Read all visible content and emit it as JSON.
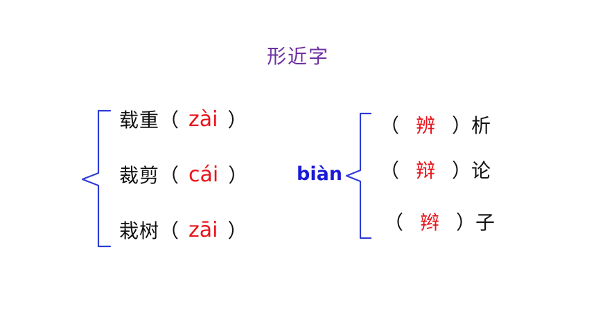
{
  "title": "形近字",
  "left_group": {
    "items": [
      {
        "word": "载重",
        "open": "（",
        "pinyin": "zài",
        "close": "）"
      },
      {
        "word": "裁剪",
        "open": "（",
        "pinyin": "cái",
        "close": "）"
      },
      {
        "word": "栽树",
        "open": "（",
        "pinyin": "zāi",
        "close": "）"
      }
    ]
  },
  "right_group": {
    "pinyin": "biàn",
    "items": [
      {
        "open": "（",
        "answer": "辨",
        "close": "）",
        "suffix": "析"
      },
      {
        "open": "（",
        "answer": "辩",
        "close": "）",
        "suffix": "论"
      },
      {
        "open": "（",
        "answer": "辫",
        "close": "）",
        "suffix": "子"
      }
    ]
  },
  "colors": {
    "title": "#7030a0",
    "brace": "#2e3bd6",
    "answer": "#e8141c",
    "center_pinyin": "#1a1ad6"
  }
}
